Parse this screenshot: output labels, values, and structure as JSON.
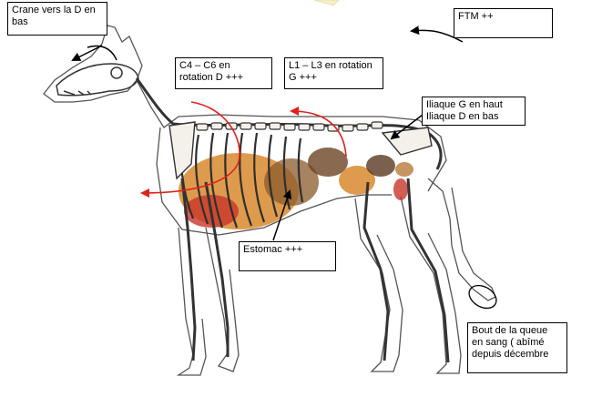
{
  "labels": {
    "crane": [
      "Crane vers la D en",
      "bas"
    ],
    "ftm": [
      "FTM ++"
    ],
    "c4c6": [
      "C4 – C6 en",
      "rotation D +++"
    ],
    "l1l3": [
      "L1 – L3 en rotation",
      "G +++"
    ],
    "iliaque": [
      "Iliaque G en haut",
      "Iliaque D en bas"
    ],
    "estomac": [
      "Estomac +++"
    ],
    "queue": [
      "Bout de la queue",
      "en sang ( abîmé",
      "depuis décembre"
    ]
  },
  "colors": {
    "bone_outline": "#3a3a3a",
    "bone_fill": "#f4f0ea",
    "red_arrow": "#e0211b",
    "black_arrow": "#000000",
    "organ_brown": "#8a5a2b",
    "organ_orange": "#d98a2e",
    "organ_red": "#c8362b"
  }
}
